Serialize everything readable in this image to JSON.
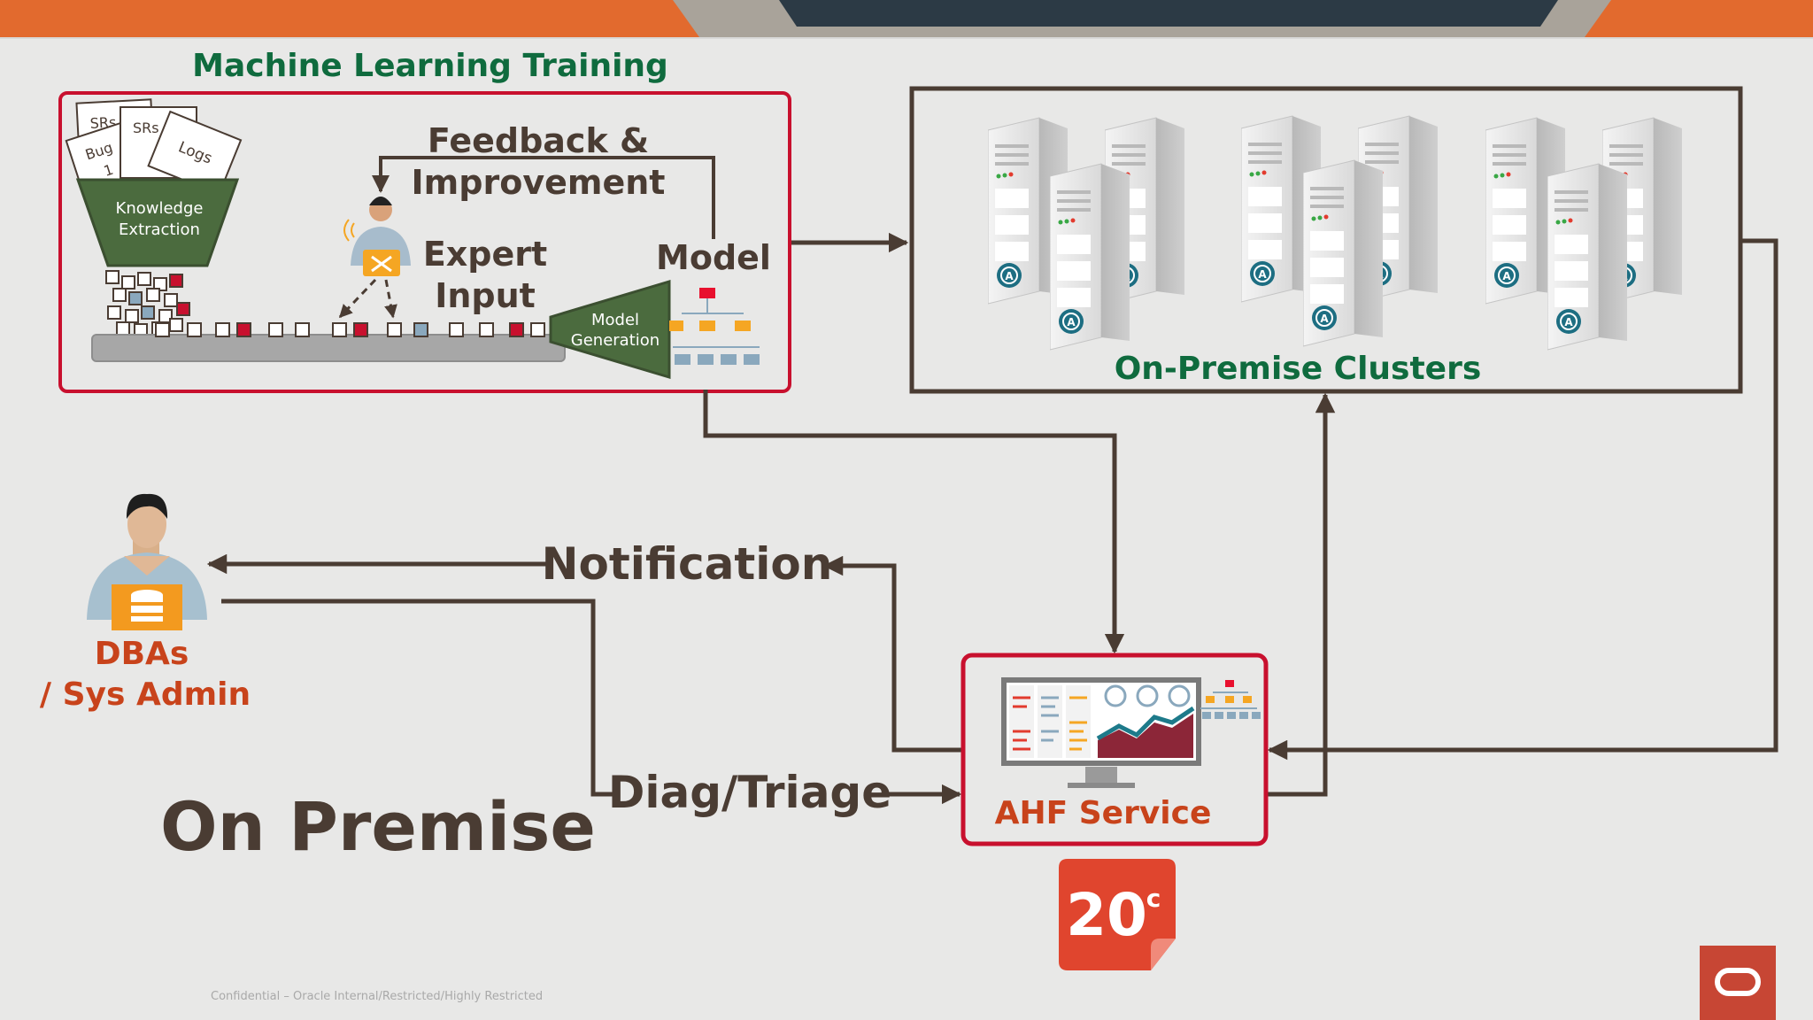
{
  "colors": {
    "background": "#e8e8e7",
    "banner": "#e26a2e",
    "red_frame": "#c8102e",
    "dark_frame": "#4a3c33",
    "green_title": "#0f6b3e",
    "text_dark": "#4a3c33",
    "dba_orange": "#c8431b",
    "funnel_green": "#4b6b3e",
    "oracle_red": "#c74634"
  },
  "ml_training": {
    "title": "Machine Learning Training",
    "doc_labels": [
      "SRs",
      "Bug",
      "1",
      "SRs",
      "Logs"
    ],
    "funnel_label": [
      "Knowledge",
      "Extraction"
    ],
    "feedback_label": [
      "Feedback &",
      "Improvement"
    ],
    "expert_label": [
      "Expert",
      "Input"
    ],
    "model_label": "Model",
    "model_generation_label": [
      "Model",
      "Generation"
    ]
  },
  "clusters": {
    "title": "On-Premise Clusters",
    "server_badge": "A"
  },
  "dbas": {
    "label_line1": "DBAs",
    "label_line2": "/ Sys Admin"
  },
  "flows": {
    "notification": "Notification",
    "diag_triage": "Diag/Triage"
  },
  "ahf": {
    "label": "AHF Service",
    "version_badge": "20",
    "version_suffix": "c"
  },
  "on_premise_title": "On Premise",
  "footer_text": "Confidential – Oracle Internal/Restricted/Highly Restricted"
}
